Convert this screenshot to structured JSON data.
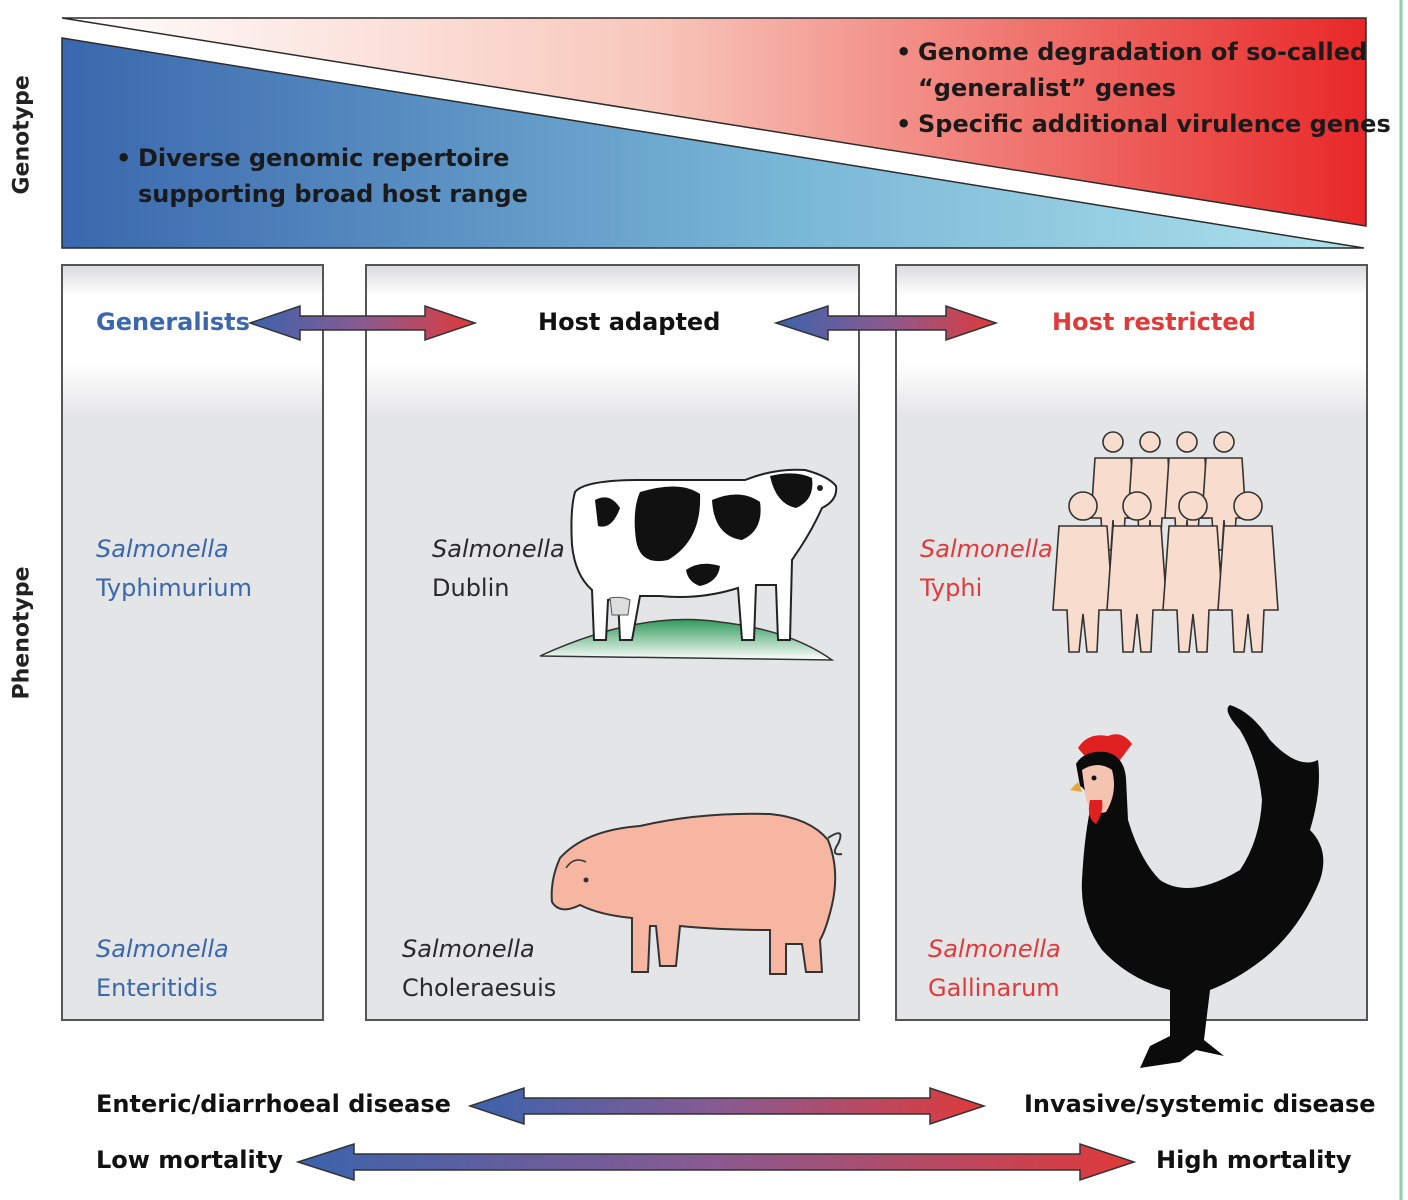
{
  "axes": {
    "genotype_label": "Genotype",
    "phenotype_label": "Phenotype"
  },
  "genotype": {
    "left_bullet": [
      "Diverse genomic repertoire",
      "supporting broad host range"
    ],
    "right_bullets": [
      [
        "Genome degradation of so-called",
        "“generalist” genes"
      ],
      [
        "Specific additional virulence genes"
      ]
    ],
    "bullet_char": "•"
  },
  "columns": {
    "generalists": {
      "header": "Generalists",
      "species": [
        {
          "genus": "Salmonella",
          "serovar": "Typhimurium"
        },
        {
          "genus": "Salmonella",
          "serovar": "Enteritidis"
        }
      ]
    },
    "host_adapted": {
      "header": "Host adapted",
      "species": [
        {
          "genus": "Salmonella",
          "serovar": "Dublin"
        },
        {
          "genus": "Salmonella",
          "serovar": "Choleraesuis"
        }
      ]
    },
    "host_restricted": {
      "header": "Host restricted",
      "species": [
        {
          "genus": "Salmonella",
          "serovar": "Typhi"
        },
        {
          "genus": "Salmonella",
          "serovar": "Gallinarum"
        }
      ]
    }
  },
  "spectrum": {
    "disease_left": "Enteric/diarrhoeal disease",
    "disease_right": "Invasive/systemic disease",
    "mortality_left": "Low mortality",
    "mortality_right": "High mortality"
  },
  "colors": {
    "blue": "#3a67ad",
    "light_blue": "#9fd8e6",
    "red": "#e83030",
    "pale_red": "#fde6e1",
    "panel": "#e4e5e7",
    "frame_line": "#8fcfa8"
  },
  "icons": [
    "cow-icon",
    "pig-icon",
    "human-figures-icon",
    "rooster-icon",
    "double-arrow-icon"
  ]
}
